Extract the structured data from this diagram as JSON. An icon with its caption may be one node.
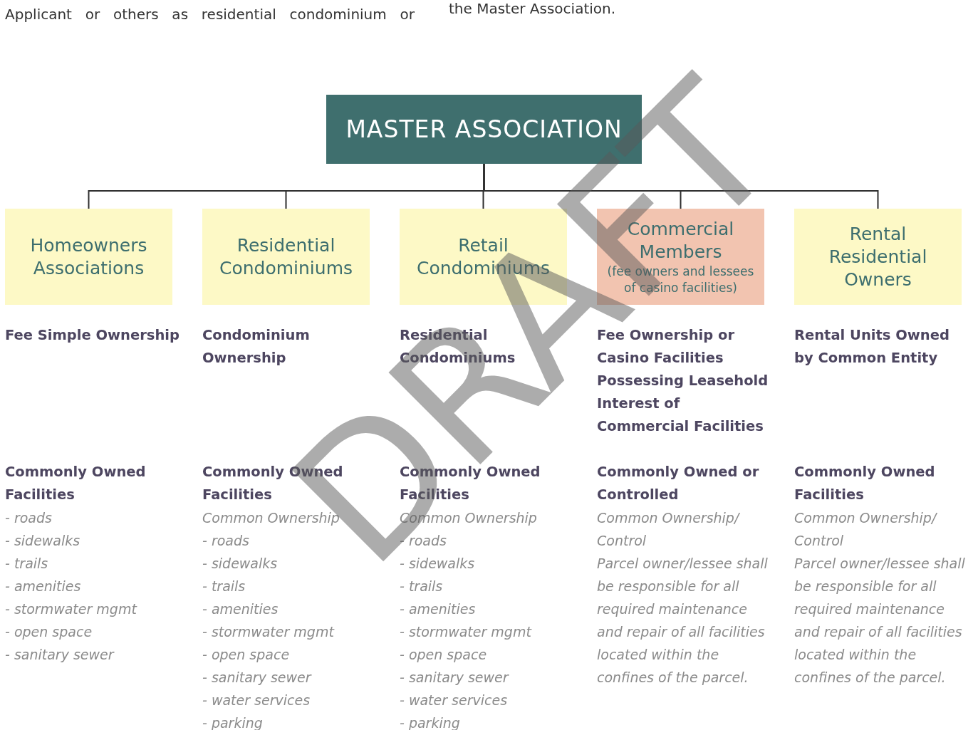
{
  "diagram": {
    "nodes": [
      {
        "text": [
          "MASTER ASSOCIATION"
        ]
      },
      {
        "text": [
          "Homeowners Associations"
        ],
        "beside": [
          "Fee Simple Ownership",
          "Commonly Owned Facilities",
          "- roads",
          "- sidewalks",
          "- trails",
          "- amenities",
          "- stormwater mgmt",
          "- open space",
          "- sanitary sewer"
        ]
      },
      {
        "text": [
          "Residential Condominiums"
        ],
        "beside": [
          "Condominium Ownership",
          "Commonly Owned Facilities",
          "Common Ownership",
          "- roads",
          "- sidewalks",
          "- trails",
          "- amenities",
          "- stormwater mgmt",
          "- open space",
          "- sanitary sewer",
          "- water services",
          "- parking"
        ]
      },
      {
        "text": [
          "Retail Condominiums"
        ],
        "beside": [
          "Residential Condominiums",
          "Commonly Owned Facilities",
          "Common Ownership",
          "- roads",
          "- sidewalks",
          "- trails",
          "- amenities",
          "- stormwater mgmt",
          "- open space",
          "- sanitary sewer",
          "- water services",
          "- parking"
        ]
      },
      {
        "text": [
          "Commercial Members",
          "(fee owners and lessees of casino facilities)"
        ],
        "beside": [
          "Fee Ownership or  Casino Facilities Possessing Leasehold Interest of Commercial Facilities",
          "Commonly Owned or Controlled",
          "Common Ownership/ Control",
          "Parcel owner/lessee shall be responsible for all required maintenance and repair of all facilities located within the confines of the parcel."
        ]
      },
      {
        "text": [
          "Rental Residential Owners"
        ],
        "beside": [
          "Rental Units Owned by Common Entity",
          "Commonly Owned Facilities",
          "Common Ownership/ Control",
          "Parcel owner/lessee shall be responsible for all required maintenance and repair of all facilities located within the confines of the parcel."
        ]
      }
    ],
    "edges": [
      {
        "from": 0,
        "to": 1,
        "arrow": "none"
      },
      {
        "from": 0,
        "to": 2,
        "arrow": "none"
      },
      {
        "from": 0,
        "to": 3,
        "arrow": "none"
      },
      {
        "from": 0,
        "to": 4,
        "arrow": "none",
        "color": "#2e2e2e"
      },
      {
        "from": 0,
        "to": 5,
        "arrow": "none"
      }
    ],
    "labels": [
      "Applicant or others as residential condominium or",
      "the Master Association.",
      "DRAFT"
    ]
  }
}
